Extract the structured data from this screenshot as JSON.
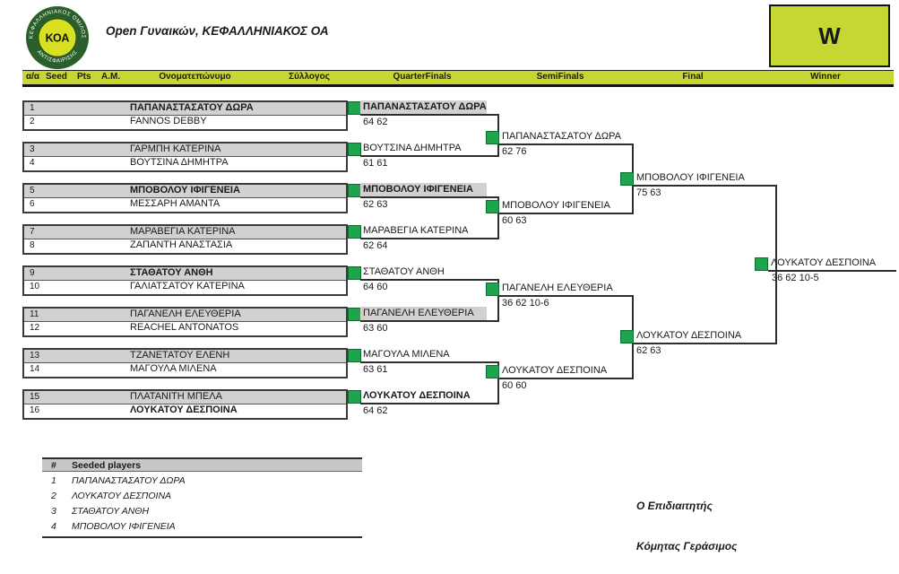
{
  "header": {
    "title": "Open Γυναικών, ΚΕΦΑΛΛΗΝΙΑΚΟΣ ΟΑ",
    "logo": {
      "center": "ΚΟΑ",
      "ring_top": "ΚΕΦΑΛΛΗΝΙΑΚΟΣ ΟΜΙΛΟΣ",
      "ring_bottom": "ΑΝΤΙΣΦΑΙΡΙΣΗΣ"
    },
    "winner_box": "W"
  },
  "columns": {
    "aa": "α/α",
    "seed": "Seed",
    "pts": "Pts",
    "am": "A.M.",
    "name": "Ονοματεπώνυμο",
    "club": "Σύλλογος",
    "quarterfinals": "QuarterFinals",
    "semifinals": "SemiFinals",
    "final": "Final",
    "winner": "Winner"
  },
  "bracket": {
    "round1": [
      {
        "num": "1",
        "name": "ΠΑΠΑΝΑΣΤΑΣΑΤΟΥ ΔΩΡΑ"
      },
      {
        "num": "2",
        "name": "FANNOS DEBBY"
      },
      {
        "num": "3",
        "name": "ΓΑΡΜΠΗ ΚΑΤΕΡΙΝΑ"
      },
      {
        "num": "4",
        "name": "ΒΟΥΤΣΙΝΑ ΔΗΜΗΤΡΑ"
      },
      {
        "num": "5",
        "name": "ΜΠΟΒΟΛΟΥ ΙΦΙΓΕΝΕΙΑ"
      },
      {
        "num": "6",
        "name": "ΜΕΣΣΑΡΗ ΑΜΑΝΤΑ"
      },
      {
        "num": "7",
        "name": "ΜΑΡΑΒΕΓΙΑ ΚΑΤΕΡΙΝΑ"
      },
      {
        "num": "8",
        "name": "ΖΑΠΑΝΤΗ ΑΝΑΣΤΑΣΙΑ"
      },
      {
        "num": "9",
        "name": "ΣΤΑΘΑΤΟΥ ΑΝΘΗ"
      },
      {
        "num": "10",
        "name": "ΓΑΛΙΑΤΣΑΤΟΥ ΚΑΤΕΡΙΝΑ"
      },
      {
        "num": "11",
        "name": "ΠΑΓΑΝΕΛΗ ΕΛΕΥΘΕΡΙΑ"
      },
      {
        "num": "12",
        "name": "REACHEL ANTONATOS"
      },
      {
        "num": "13",
        "name": "ΤΖΑΝΕΤΑΤΟΥ ΕΛΕΝΗ"
      },
      {
        "num": "14",
        "name": "ΜΑΓΟΥΛΑ ΜΙΛΕΝΑ"
      },
      {
        "num": "15",
        "name": "ΠΛΑΤΑΝΙΤΗ ΜΠΕΛΑ"
      },
      {
        "num": "16",
        "name": "ΛΟΥΚΑΤΟΥ ΔΕΣΠΟΙΝΑ"
      }
    ],
    "quarterfinals": [
      {
        "name": "ΠΑΠΑΝΑΣΤΑΣΑΤΟΥ ΔΩΡΑ",
        "score": "64 62"
      },
      {
        "name": "ΒΟΥΤΣΙΝΑ ΔΗΜΗΤΡΑ",
        "score": "61 61"
      },
      {
        "name": "ΜΠΟΒΟΛΟΥ ΙΦΙΓΕΝΕΙΑ",
        "score": "62 63"
      },
      {
        "name": "ΜΑΡΑΒΕΓΙΑ ΚΑΤΕΡΙΝΑ",
        "score": "62 64"
      },
      {
        "name": "ΣΤΑΘΑΤΟΥ ΑΝΘΗ",
        "score": "64 60"
      },
      {
        "name": "ΠΑΓΑΝΕΛΗ ΕΛΕΥΘΕΡΙΑ",
        "score": "63 60"
      },
      {
        "name": "ΜΑΓΟΥΛΑ ΜΙΛΕΝΑ",
        "score": "63 61"
      },
      {
        "name": "ΛΟΥΚΑΤΟΥ ΔΕΣΠΟΙΝΑ",
        "score": "64 62"
      }
    ],
    "semifinals": [
      {
        "name": "ΠΑΠΑΝΑΣΤΑΣΑΤΟΥ ΔΩΡΑ",
        "score": "62 76"
      },
      {
        "name": "ΜΠΟΒΟΛΟΥ ΙΦΙΓΕΝΕΙΑ",
        "score": "60 63"
      },
      {
        "name": "ΠΑΓΑΝΕΛΗ ΕΛΕΥΘΕΡΙΑ",
        "score": "36 62 10-6"
      },
      {
        "name": "ΛΟΥΚΑΤΟΥ ΔΕΣΠΟΙΝΑ",
        "score": "60 60"
      }
    ],
    "final": [
      {
        "name": "ΜΠΟΒΟΛΟΥ ΙΦΙΓΕΝΕΙΑ",
        "score": "75 63"
      },
      {
        "name": "ΛΟΥΚΑΤΟΥ ΔΕΣΠΟΙΝΑ",
        "score": "62 63"
      }
    ],
    "winner": {
      "name": "ΛΟΥΚΑΤΟΥ ΔΕΣΠΟΙΝΑ",
      "score": "36 62 10-5"
    }
  },
  "seeded_players": {
    "number_header": "#",
    "title": "Seeded players",
    "rows": [
      {
        "num": "1",
        "name": "ΠΑΠΑΝΑΣΤΑΣΑΤΟΥ ΔΩΡΑ"
      },
      {
        "num": "2",
        "name": "ΛΟΥΚΑΤΟΥ ΔΕΣΠΟΙΝΑ"
      },
      {
        "num": "3",
        "name": "ΣΤΑΘΑΤΟΥ ΑΝΘΗ"
      },
      {
        "num": "4",
        "name": "ΜΠΟΒΟΛΟΥ ΙΦΙΓΕΝΕΙΑ"
      }
    ]
  },
  "signature": {
    "role": "Ο Επιδιαιτητής",
    "name": "Κόμητας Γεράσιμος"
  },
  "colors": {
    "header_bar": "#c6d733",
    "row_gray": "#d2d1cf",
    "advance_green": "#1ea44d",
    "logo_outer": "#2a5f2b",
    "logo_inner": "#d9e021"
  }
}
